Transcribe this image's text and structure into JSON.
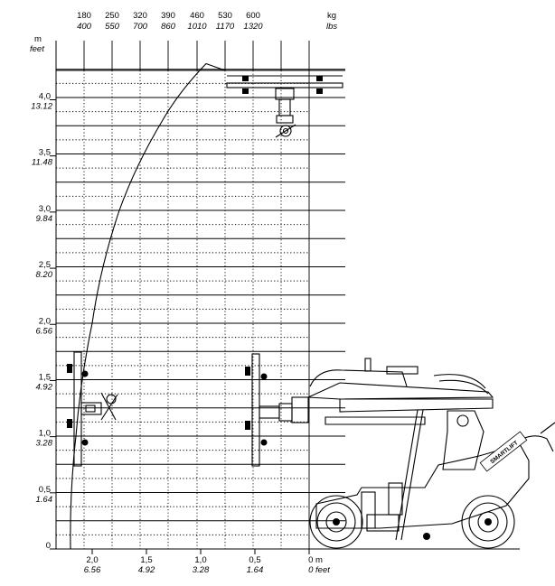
{
  "units": {
    "y_primary": "m",
    "y_secondary": "feet",
    "top_primary": "kg",
    "top_secondary": "lbs",
    "x_primary": "m",
    "x_secondary": "feet"
  },
  "chart_data": {
    "type": "line",
    "y_ticks": [
      {
        "m": "0",
        "ft": ""
      },
      {
        "m": "0,5",
        "ft": "1.64"
      },
      {
        "m": "1,0",
        "ft": "3.28"
      },
      {
        "m": "1,5",
        "ft": "4.92"
      },
      {
        "m": "2,0",
        "ft": "6.56"
      },
      {
        "m": "2,5",
        "ft": "8.20"
      },
      {
        "m": "3,0",
        "ft": "9.84"
      },
      {
        "m": "3,5",
        "ft": "11.48"
      },
      {
        "m": "4,0",
        "ft": "13.12"
      }
    ],
    "x_ticks": [
      {
        "m": "2,0",
        "ft": "6.56"
      },
      {
        "m": "1,5",
        "ft": "4.92"
      },
      {
        "m": "1,0",
        "ft": "3.28"
      },
      {
        "m": "0,5",
        "ft": "1.64"
      },
      {
        "m": "0 m",
        "ft": "0 feet"
      }
    ],
    "load_ticks": [
      {
        "kg": "180",
        "lbs": "400"
      },
      {
        "kg": "250",
        "lbs": "550"
      },
      {
        "kg": "320",
        "lbs": "700"
      },
      {
        "kg": "390",
        "lbs": "860"
      },
      {
        "kg": "460",
        "lbs": "1010"
      },
      {
        "kg": "530",
        "lbs": "1170"
      },
      {
        "kg": "600",
        "lbs": "1320"
      }
    ],
    "reach_envelope_m": [
      [
        2.2,
        0.0
      ],
      [
        2.15,
        1.0
      ],
      [
        2.0,
        2.0
      ],
      [
        1.75,
        3.0
      ],
      [
        1.35,
        3.8
      ],
      [
        0.95,
        4.3
      ]
    ]
  },
  "machine": {
    "brand_label": "SMARTLIFT"
  }
}
